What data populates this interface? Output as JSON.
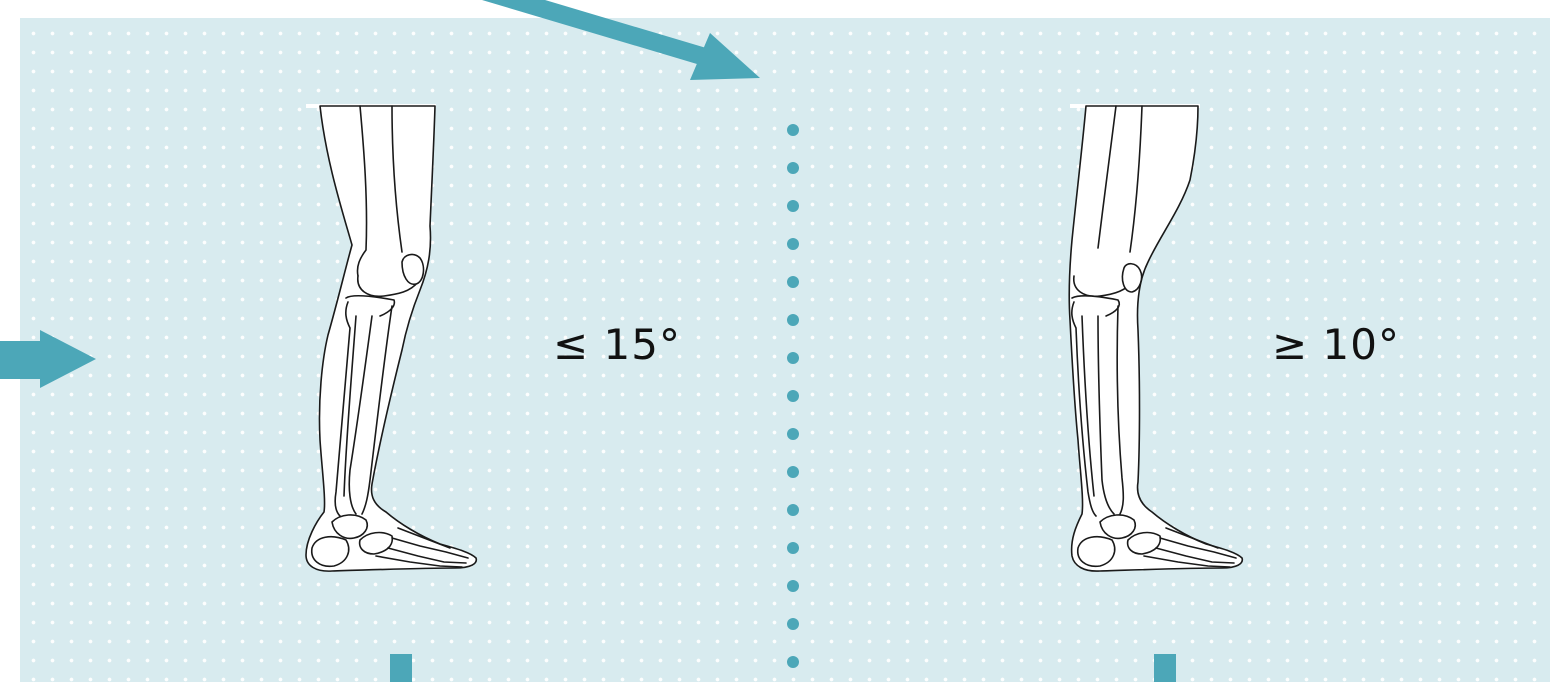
{
  "left_panel": {
    "angle_label": "≤ 15°"
  },
  "right_panel": {
    "angle_label": "≥ 10°"
  },
  "colors": {
    "background": "#d8ebef",
    "dot": "#ffffff",
    "accent": "#4ca7b8",
    "outline": "#1a1a1a"
  },
  "icons": [
    "arrow-icon",
    "leg-skeleton-illustration",
    "dotted-divider"
  ]
}
